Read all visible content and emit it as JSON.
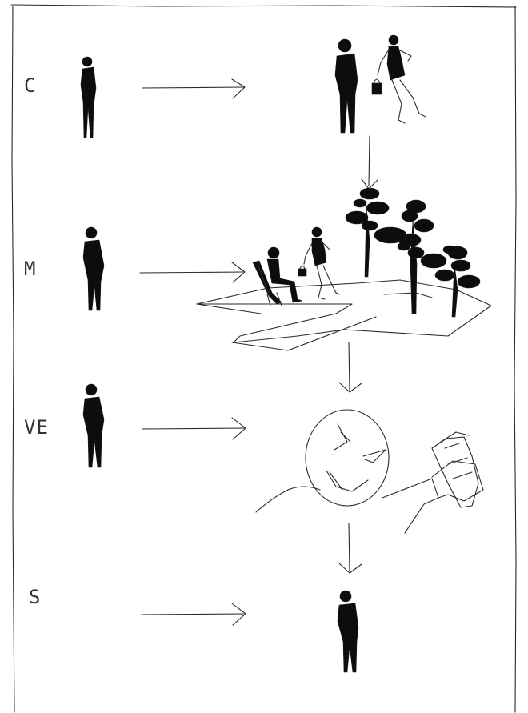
{
  "diagram": {
    "rows": [
      {
        "id": "c",
        "label": "C"
      },
      {
        "id": "m",
        "label": "M"
      },
      {
        "id": "ve",
        "label": "VE"
      },
      {
        "id": "s",
        "label": "S"
      }
    ],
    "colors": {
      "ink": "#1a1a1a",
      "paper": "#ffffff",
      "label": "#333333"
    },
    "icons": [
      "person-figure-icon",
      "arrow-right-icon",
      "arrow-down-icon",
      "woman-with-bag-icon",
      "tree-icon",
      "seated-person-icon",
      "face-icon",
      "hand-with-papers-icon"
    ]
  }
}
